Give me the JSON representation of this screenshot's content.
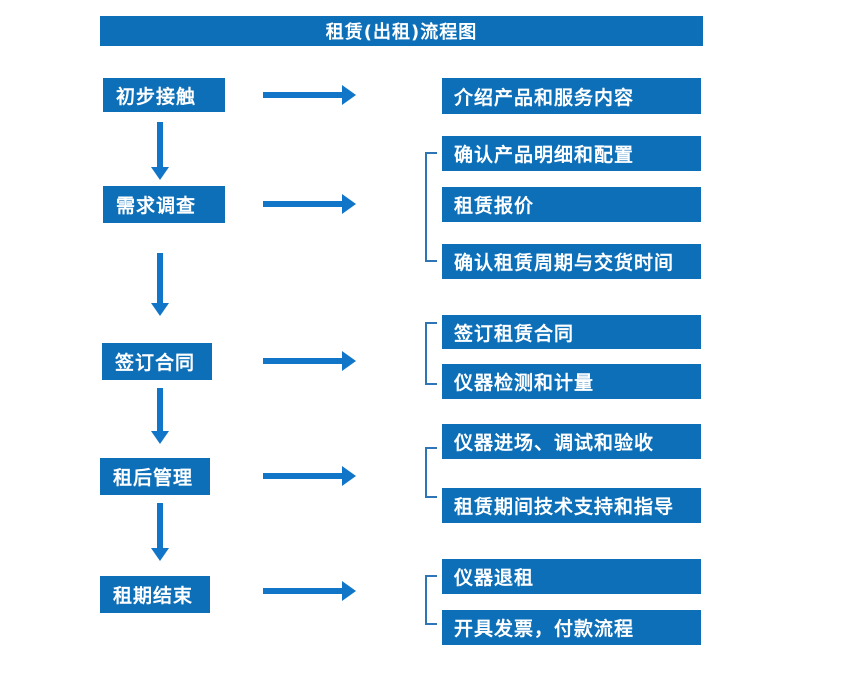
{
  "title": "租赁(出租)流程图",
  "colors": {
    "box_fill": "#0d6fb8",
    "arrow": "#1176c8",
    "bracket": "#2e75b6",
    "text": "#ffffff",
    "background": "#ffffff"
  },
  "chart_type": "flowchart",
  "stages": [
    {
      "label": "初步接触",
      "details": [
        "介绍产品和服务内容"
      ]
    },
    {
      "label": "需求调查",
      "details": [
        "确认产品明细和配置",
        "租赁报价",
        "确认租赁周期与交货时间"
      ]
    },
    {
      "label": "签订合同",
      "details": [
        "签订租赁合同",
        "仪器检测和计量"
      ]
    },
    {
      "label": "租后管理",
      "details": [
        "仪器进场、调试和验收",
        "租赁期间技术支持和指导"
      ]
    },
    {
      "label": "租期结束",
      "details": [
        "仪器退租",
        "开具发票，付款流程"
      ]
    }
  ]
}
